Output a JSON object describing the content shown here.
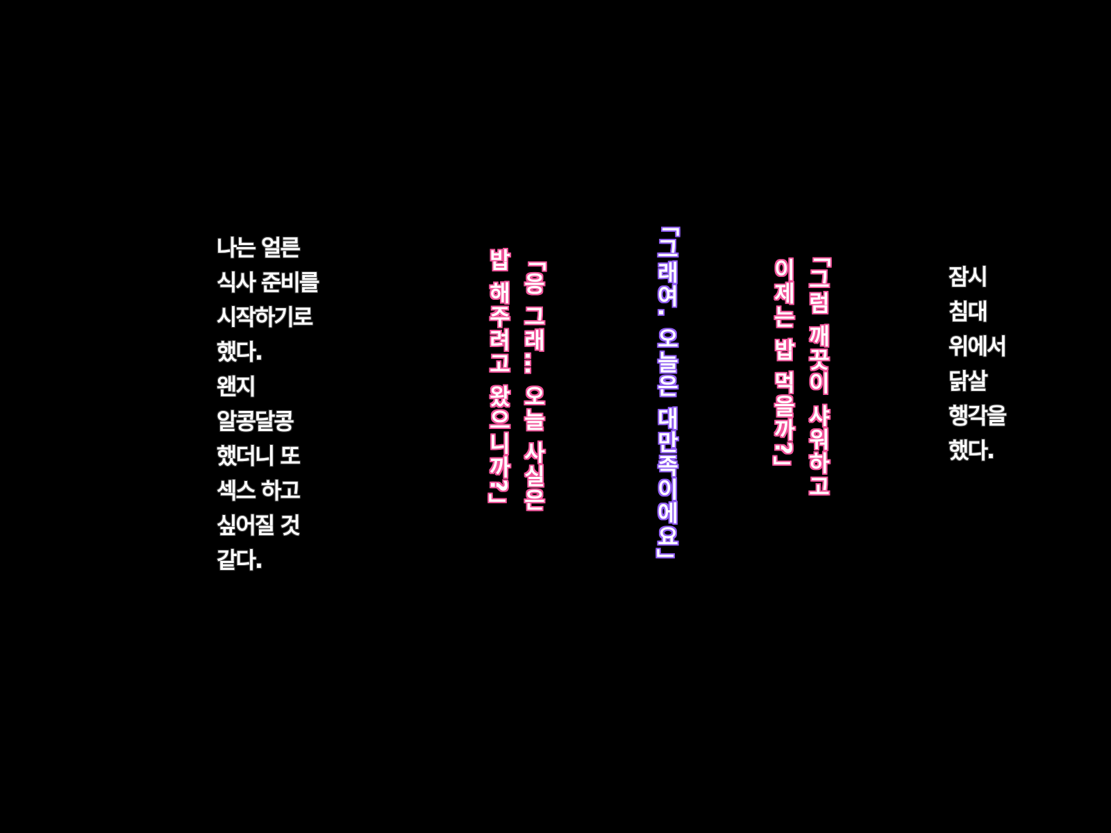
{
  "narration_left": [
    "나는 얼른",
    "식사 준비를",
    "시작하기로",
    "했다.",
    "왠지",
    "알콩달콩",
    "했더니 또",
    "섹스 하고",
    "싶어질 것",
    "같다."
  ],
  "dialogue_1": {
    "line1": "「응 그래… 오늘 사실은",
    "line2": "밥 해주려고 왔으니까?」"
  },
  "dialogue_2": {
    "line1": "「그래여. 오늘은 대만족이에요」"
  },
  "dialogue_3": {
    "line1": "「그럼 깨끗이 샤워하고",
    "line2": "이제는 밥 먹을까?」"
  },
  "narration_right": [
    "잠시",
    "침대",
    "위에서",
    "닭살",
    "행각을",
    "했다."
  ],
  "colors": {
    "pink": "#f0549a",
    "purple": "#8f5cf0",
    "background": "#000000"
  }
}
